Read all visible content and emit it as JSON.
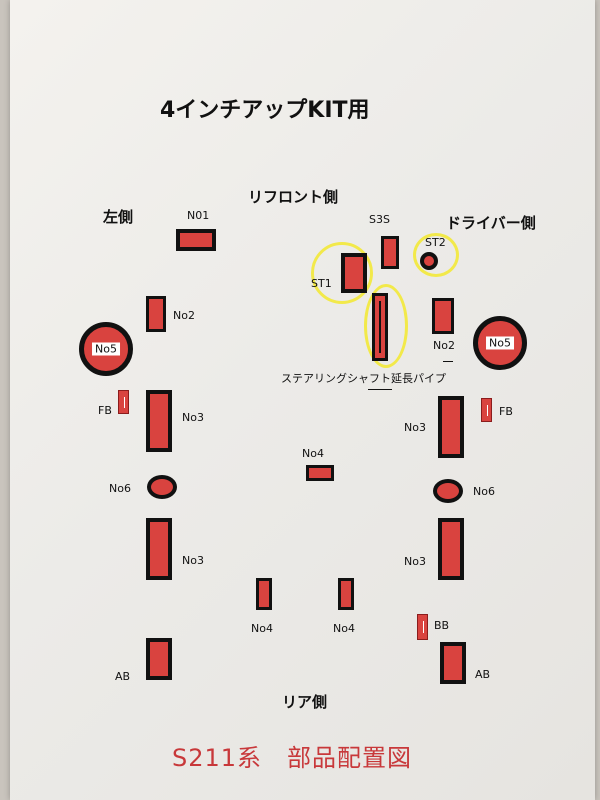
{
  "document": {
    "title": "4インチアップKIT用",
    "footer": "S211系　部品配置図"
  },
  "headings": {
    "front": "リフロント側",
    "left": "左側",
    "driver": "ドライバー側",
    "rear": "リア側"
  },
  "labels": {
    "n01": "N01",
    "s3s": "S3S",
    "st1": "ST1",
    "st2": "ST2",
    "no2_left": "No2",
    "no2_right": "No2",
    "no5_left": "No5",
    "no5_right": "No5",
    "steering_pipe": "ステアリングシャフト延長パイプ",
    "fb_left": "FB",
    "fb_right": "FB",
    "no3_left_upper": "No3",
    "no3_right_upper": "No3",
    "no4_center": "No4",
    "no6_left": "No6",
    "no6_right": "No6",
    "no3_left_lower": "No3",
    "no3_right_lower": "No3",
    "no4_rear_left": "No4",
    "no4_rear_right": "No4",
    "bb": "BB",
    "ab_left": "AB",
    "ab_right": "AB"
  },
  "colors": {
    "part_fill": "#d9433f",
    "part_outline": "#111111",
    "highlight": "#f2e94a",
    "footer_text": "#c8383a"
  }
}
